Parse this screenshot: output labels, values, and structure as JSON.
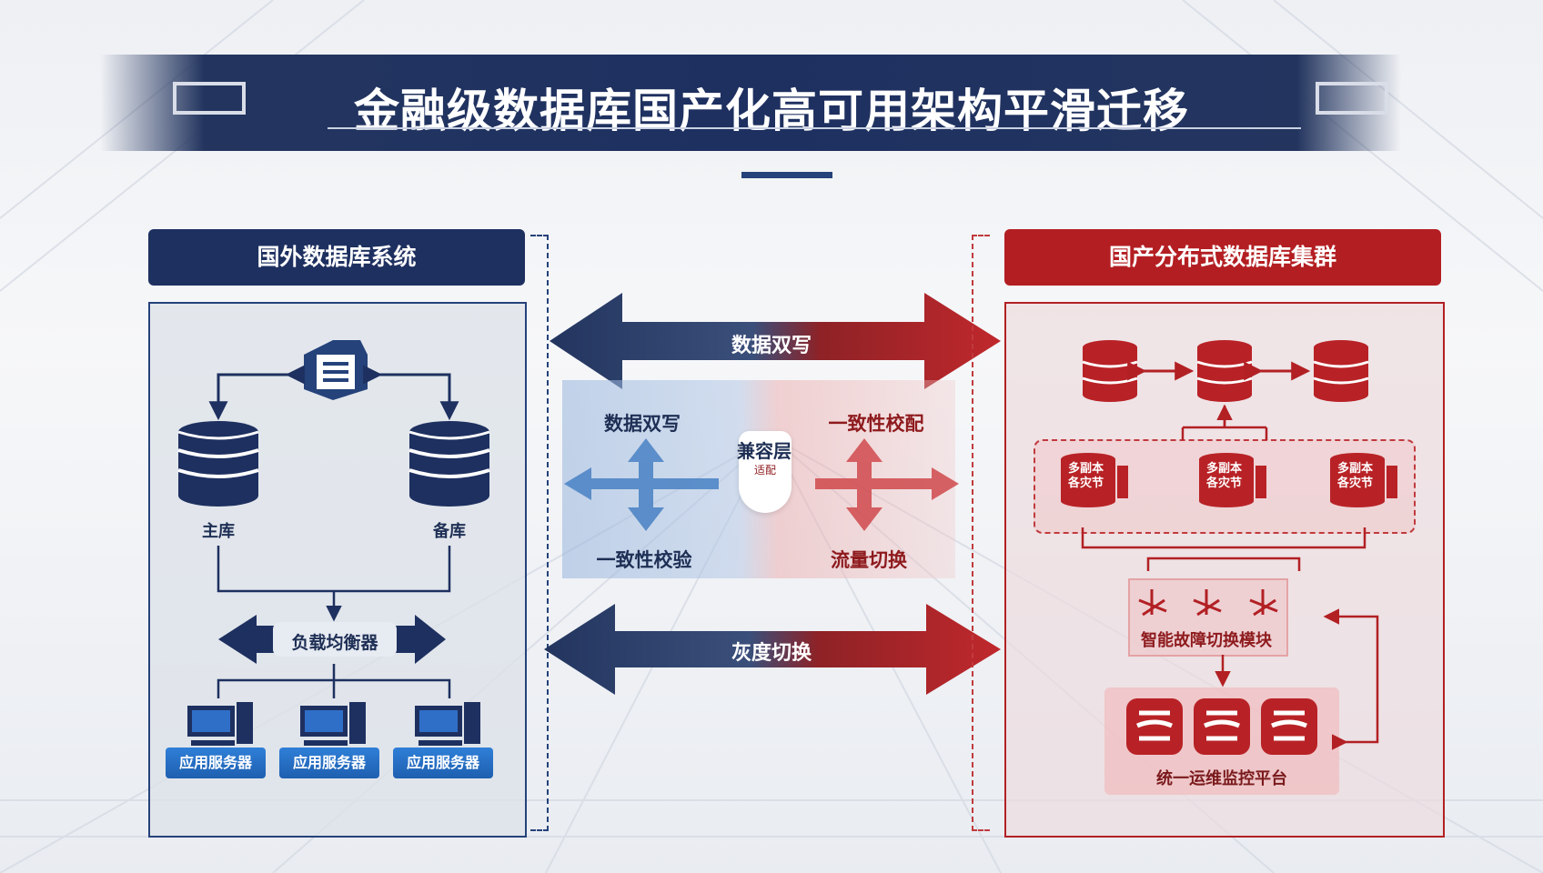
{
  "title": "金融级数据库国产化高可用架构平滑迁移",
  "left_panel": {
    "header": "国外数据库系统",
    "primary_db": "主库",
    "backup_db": "备库",
    "load_balancer": "负载均衡器",
    "servers": [
      "应用服务器",
      "应用服务器",
      "应用服务器"
    ]
  },
  "middle": {
    "top_arrow": "数据双写",
    "bottom_arrow": "灰度切换",
    "left_top": "数据双写",
    "left_bottom": "一致性校验",
    "center": "兼容层",
    "center_sub": "适配",
    "right_top": "一致性校配",
    "right_bottom": "流量切换"
  },
  "right_panel": {
    "header": "国产分布式数据库集群",
    "dr_nodes": [
      "多副本\n各灾节",
      "多副本\n各灾节",
      "多副本\n各灾节"
    ],
    "failover": "智能故障切换模块",
    "monitor": "统一运维监控平台"
  },
  "colors": {
    "navy": "#1e3060",
    "red": "#b22024",
    "blue": "#2f7fd8"
  }
}
